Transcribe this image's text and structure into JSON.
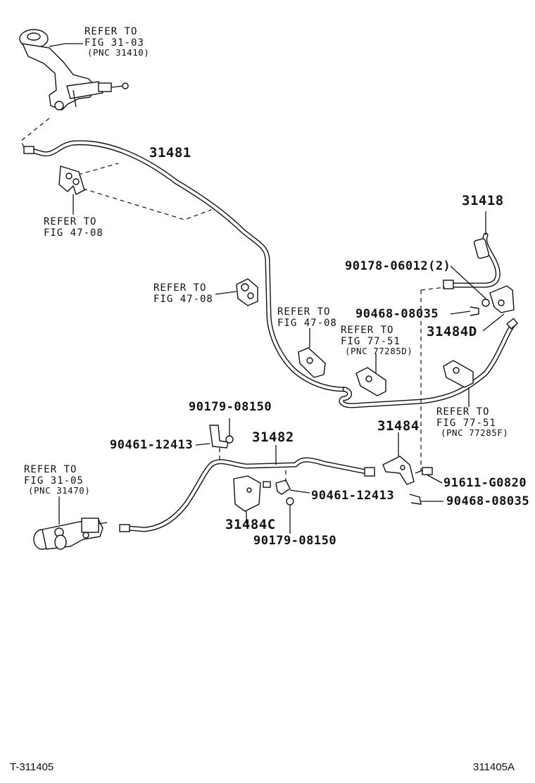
{
  "references": {
    "ref_31_03": [
      "REFER TO",
      "FIG 31-03",
      "(PNC 31410)"
    ],
    "ref_47_08_a": [
      "REFER TO",
      "FIG 47-08"
    ],
    "ref_47_08_b": [
      "REFER TO",
      "FIG 47-08"
    ],
    "ref_47_08_c": [
      "REFER TO",
      "FIG 47-08"
    ],
    "ref_77_51_d": [
      "REFER TO",
      "FIG 77-51",
      "(PNC 77285D)"
    ],
    "ref_77_51_f": [
      "REFER TO",
      "FIG 77-51",
      "(PNC 77285F)"
    ],
    "ref_31_05": [
      "REFER TO",
      "FIG 31-05",
      "(PNC 31470)"
    ]
  },
  "parts": {
    "p31481": "31481",
    "p31418": "31418",
    "p90178": "90178-06012(2)",
    "p90468_a": "90468-08035",
    "p31484D": "31484D",
    "p90179_a": "90179-08150",
    "p90461_a": "90461-12413",
    "p31482": "31482",
    "p31484": "31484",
    "p91611": "91611-G0820",
    "p90461_b": "90461-12413",
    "p90468_b": "90468-08035",
    "p31484C": "31484C",
    "p90179_b": "90179-08150"
  },
  "footer": {
    "left": "T-311405",
    "right": "311405A"
  },
  "icons": [
    "master-cylinder-icon",
    "release-cylinder-icon",
    "clamp-icon",
    "bracket-icon",
    "bolt-icon",
    "nut-icon",
    "clip-icon",
    "hose-icon"
  ]
}
